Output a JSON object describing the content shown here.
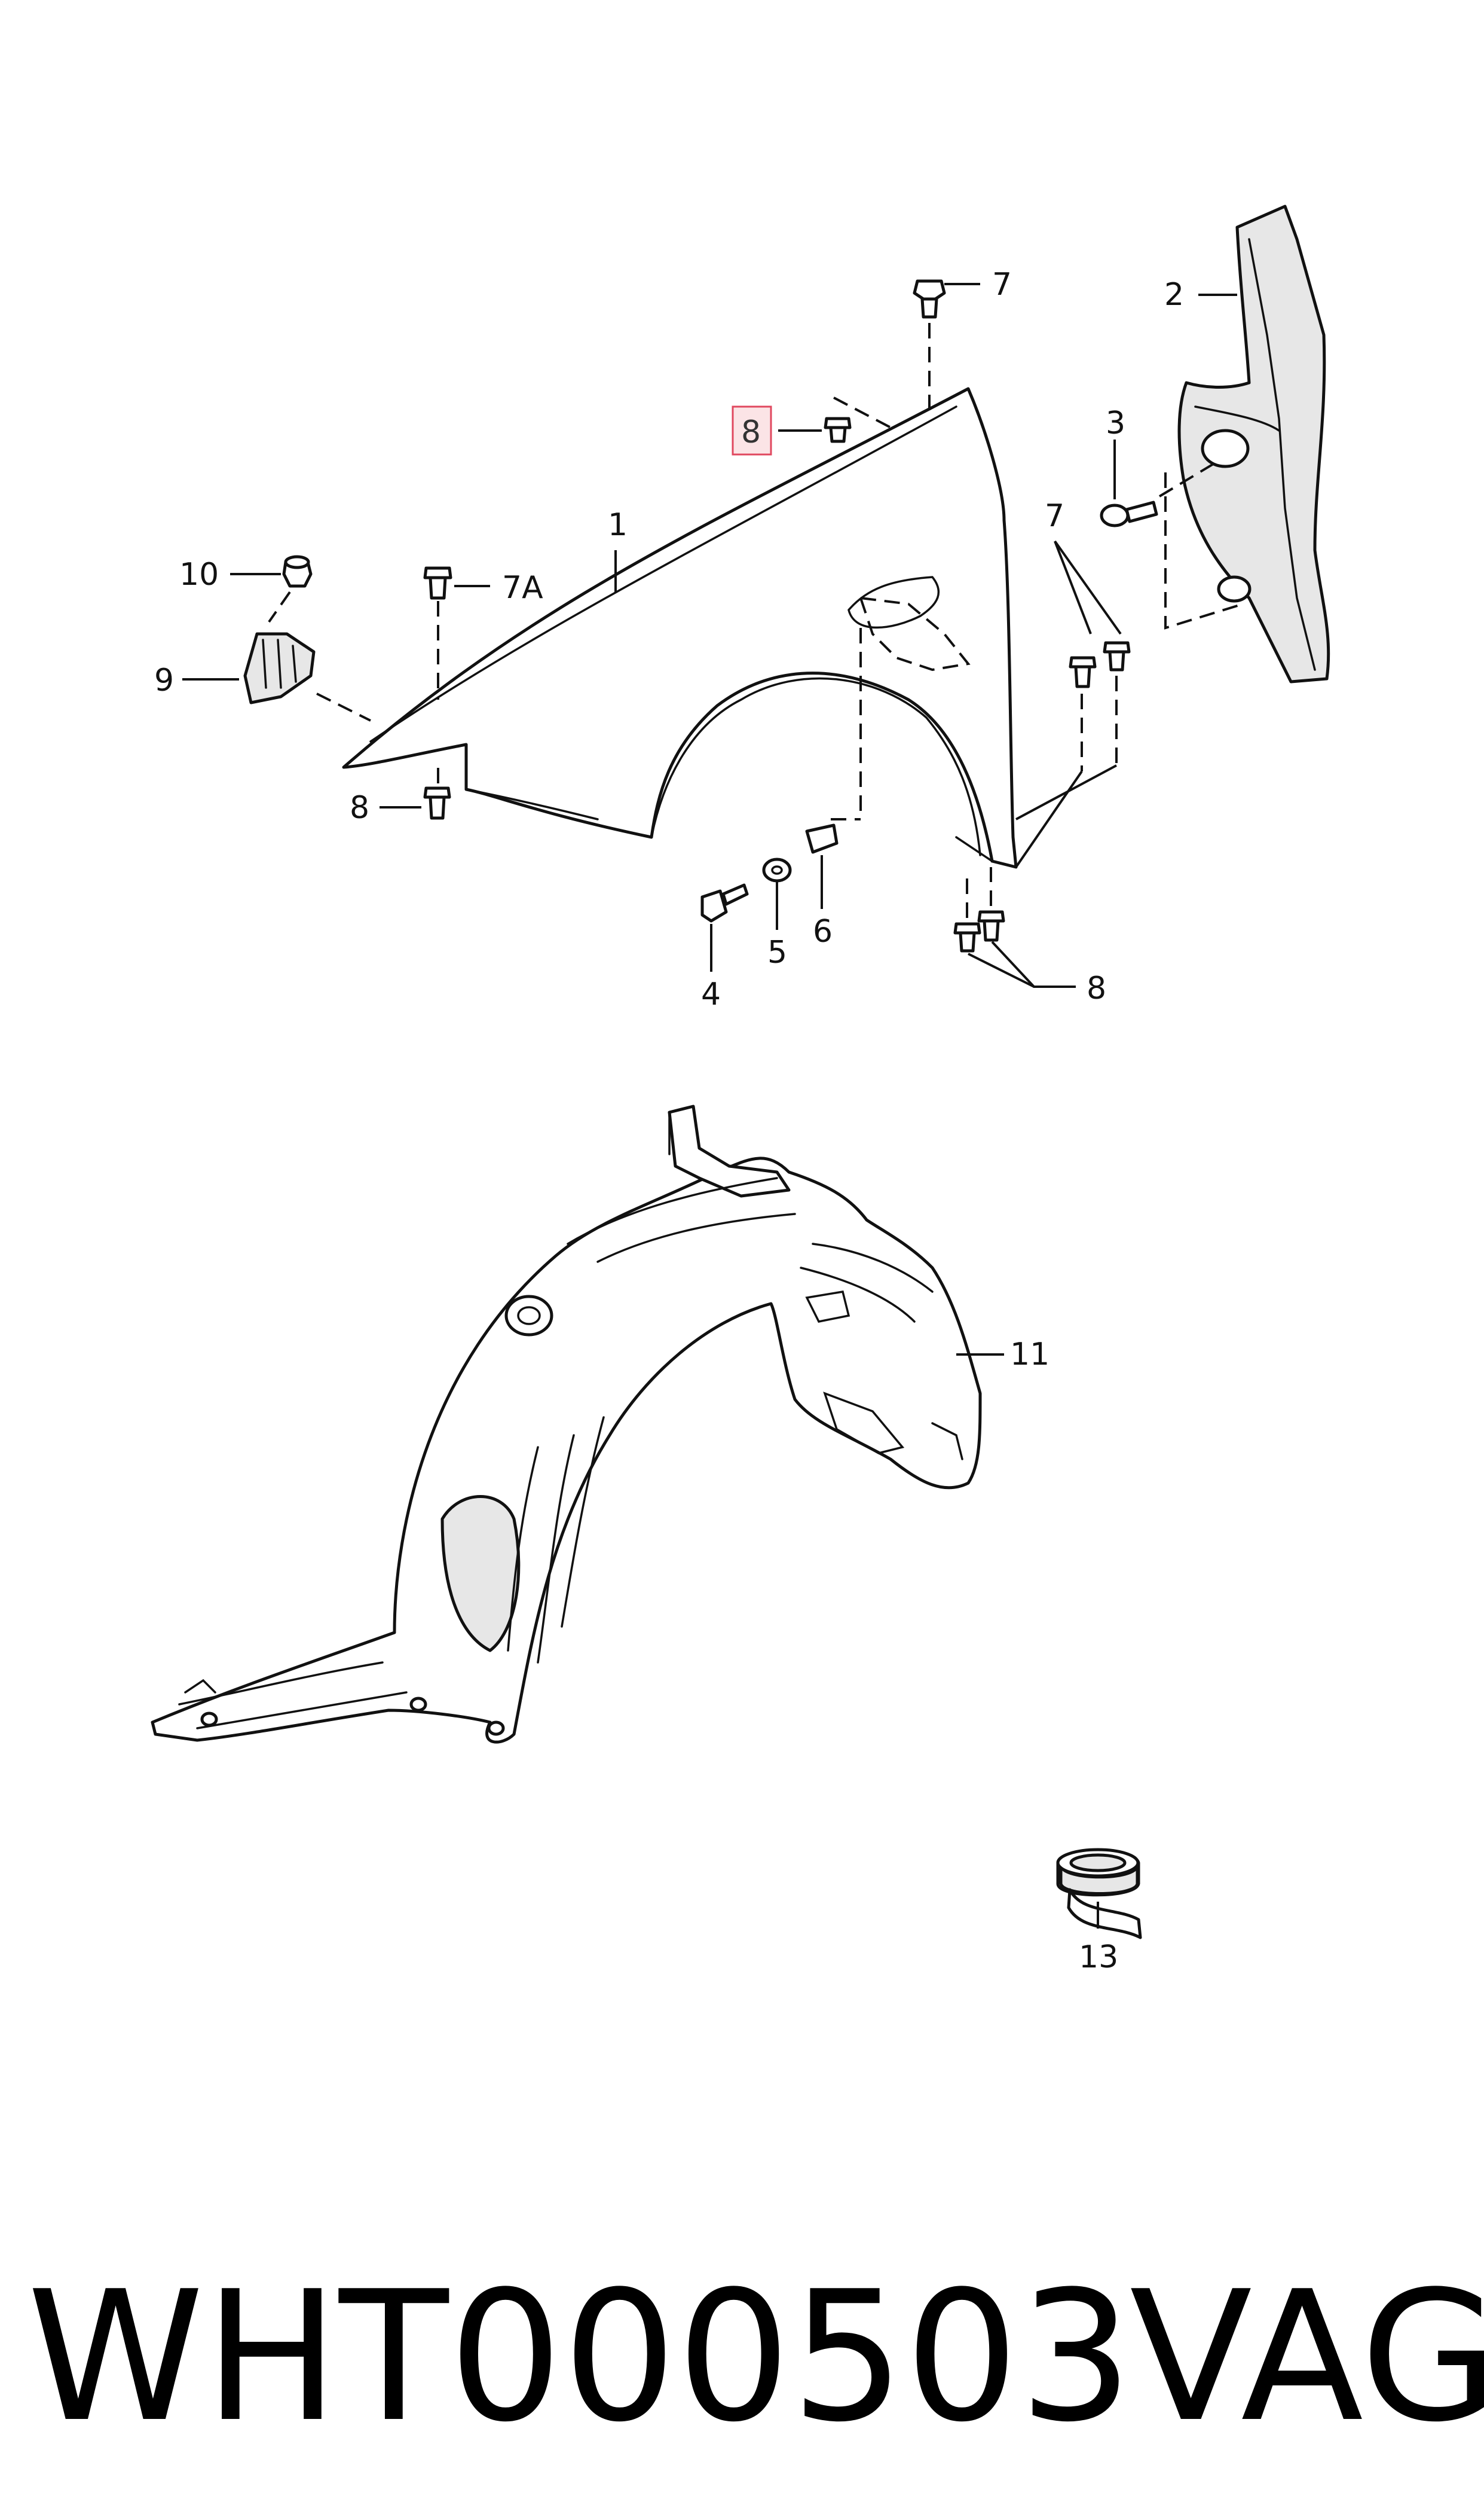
{
  "labels": {
    "p1": "1",
    "p2": "2",
    "p3": "3",
    "p4": "4",
    "p5": "5",
    "p6": "6",
    "p7_top": "7",
    "p7_mid": "7",
    "p7a": "7A",
    "p8_highlight": "8",
    "p8_left": "8",
    "p8_bottom": "8",
    "p9": "9",
    "p10": "10",
    "p11": "11",
    "p13": "13"
  },
  "footer": {
    "part_number": "WHT000503",
    "brand": "VAG"
  },
  "colors": {
    "line": "#111111",
    "highlight_fill": "#fbe4e6",
    "highlight_border": "#e0485f"
  }
}
